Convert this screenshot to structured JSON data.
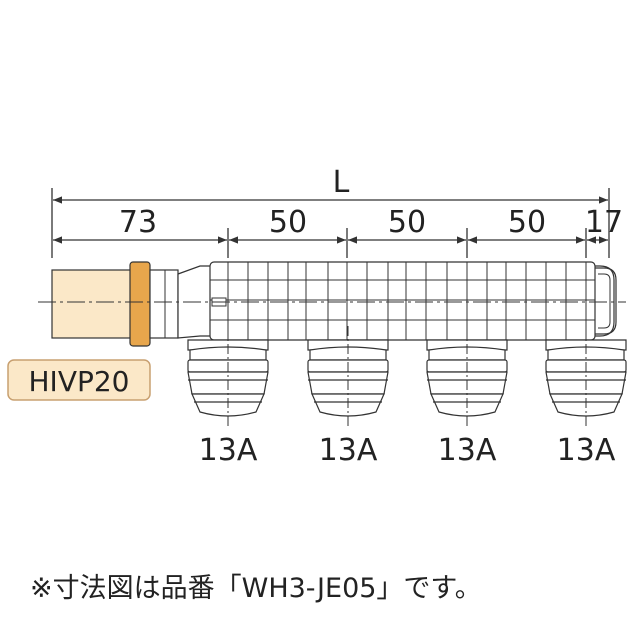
{
  "diagram": {
    "total_length_label": "L",
    "segments": [
      {
        "value": "73",
        "name": "inlet"
      },
      {
        "value": "50",
        "name": "pitch-1"
      },
      {
        "value": "50",
        "name": "pitch-2"
      },
      {
        "value": "50",
        "name": "pitch-3"
      },
      {
        "value": "17",
        "name": "end"
      }
    ],
    "inlet_label": "HIVP20",
    "outlet_labels": [
      "13A",
      "13A",
      "13A",
      "13A"
    ],
    "note": "※寸法図は品番「WH3-JE05」です。"
  },
  "colors": {
    "inlet_fill": "#fbe8c8",
    "inlet_band": "#e8a64c",
    "badge_fill": "#fbe8c8",
    "badge_border": "#c8a070",
    "line": "#333333"
  }
}
